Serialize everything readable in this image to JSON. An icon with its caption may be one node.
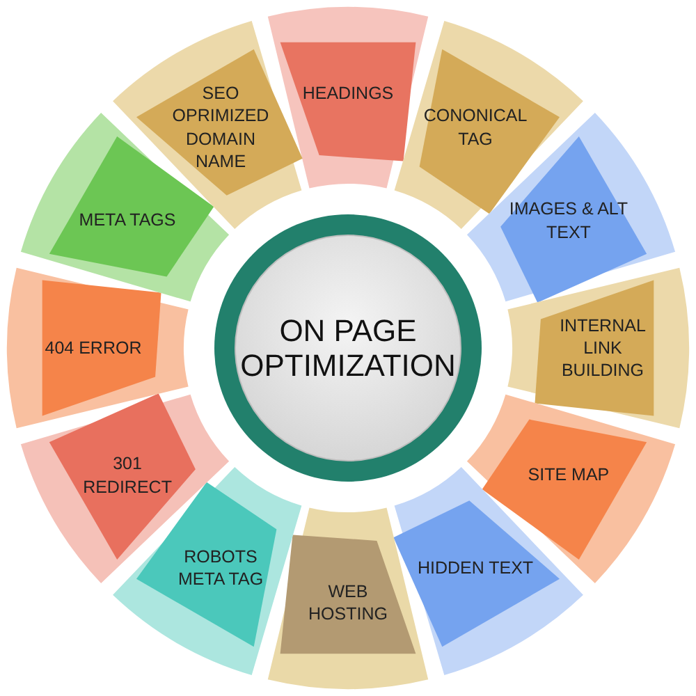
{
  "diagram": {
    "nodes": [
      {
        "text": [
          "ON PAGE OPTIMIZATION"
        ]
      },
      {
        "text": [
          "HEADINGS"
        ]
      },
      {
        "text": [
          "CONONICAL TAG"
        ]
      },
      {
        "text": [
          "IMAGES & ALT TEXT"
        ]
      },
      {
        "text": [
          "INTERNAL LINK BUILDING"
        ]
      },
      {
        "text": [
          "SITE MAP"
        ]
      },
      {
        "text": [
          "HIDDEN TEXT"
        ]
      },
      {
        "text": [
          "WEB HOSTING"
        ]
      },
      {
        "text": [
          "ROBOTS META TAG"
        ]
      },
      {
        "text": [
          "301 REDIRECT"
        ]
      },
      {
        "text": [
          "404 ERROR"
        ]
      },
      {
        "text": [
          "META TAGS"
        ]
      },
      {
        "text": [
          "SEO OPRIMIZED DOMAIN NAME"
        ]
      }
    ]
  }
}
